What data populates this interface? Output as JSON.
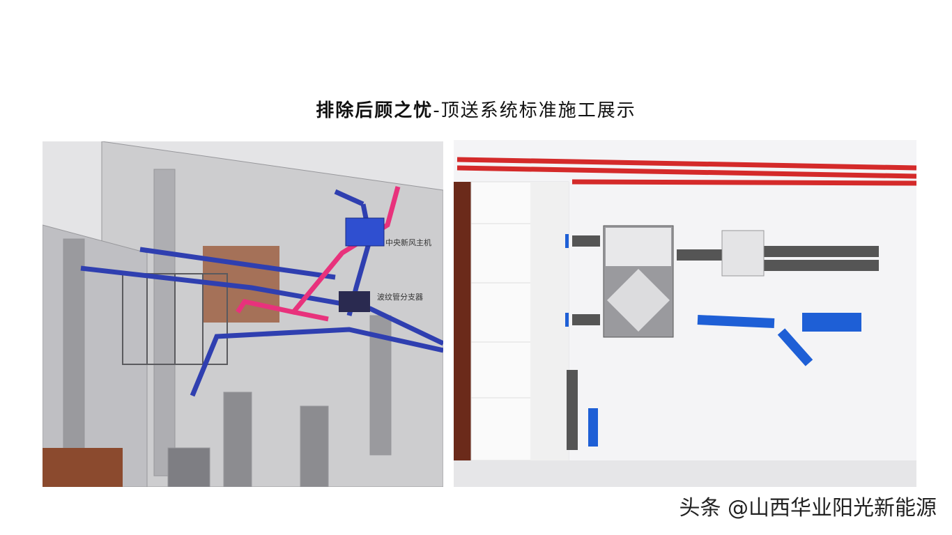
{
  "slide": {
    "title_bold": "排除后顾之忧",
    "title_rest": "-顶送系统标准施工展示"
  },
  "left_image": {
    "labels": {
      "main_unit": "中央新风主机",
      "branch": "波纹管分支器"
    },
    "colors": {
      "supply_duct": "#2f3fb0",
      "exhaust_duct": "#e8327c"
    }
  },
  "right_image": {
    "colors": {
      "pipe_blue": "#1e5fd6",
      "pipe_red": "#d42a2a"
    }
  },
  "watermark": "头条 @山西华业阳光新能源"
}
